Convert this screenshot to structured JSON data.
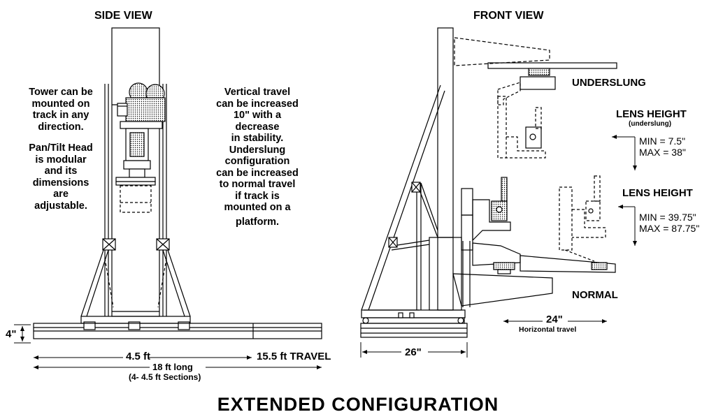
{
  "side_view": {
    "title": "SIDE VIEW",
    "note_tower": [
      "Tower can be",
      "mounted on",
      "track in any",
      "direction."
    ],
    "note_head": [
      "Pan/Tilt Head",
      "is modular",
      "and its",
      "dimensions",
      "are",
      "adjustable."
    ],
    "note_vertical": [
      "Vertical travel",
      "can be increased",
      "10\" with a",
      "decrease",
      "in stability.",
      "Underslung",
      "configuration",
      "can be increased",
      "to normal travel",
      "if track is",
      "mounted on a",
      "platform."
    ],
    "dim_height": "4\"",
    "dim_section": "4.5 ft",
    "dim_travel": "15.5 ft TRAVEL",
    "dim_length": "18 ft long",
    "dim_sections": "(4- 4.5 ft Sections)"
  },
  "front_view": {
    "title": "FRONT VIEW",
    "label_underslung": "UNDERSLUNG",
    "label_normal": "NORMAL",
    "lens_under_title": "LENS HEIGHT",
    "lens_under_sub": "(underslung)",
    "lens_under_min": "MIN = 7.5\"",
    "lens_under_max": "MAX = 38\"",
    "lens_normal_title": "LENS HEIGHT",
    "lens_normal_min": "MIN = 39.75\"",
    "lens_normal_max": "MAX = 87.75\"",
    "dim_width": "26\"",
    "dim_horizontal": "24\"",
    "dim_horizontal_label": "Horizontal travel"
  },
  "caption": "EXTENDED CONFIGURATION",
  "colors": {
    "line": "#000000",
    "fill": "#ffffff",
    "background": "#ffffff"
  }
}
